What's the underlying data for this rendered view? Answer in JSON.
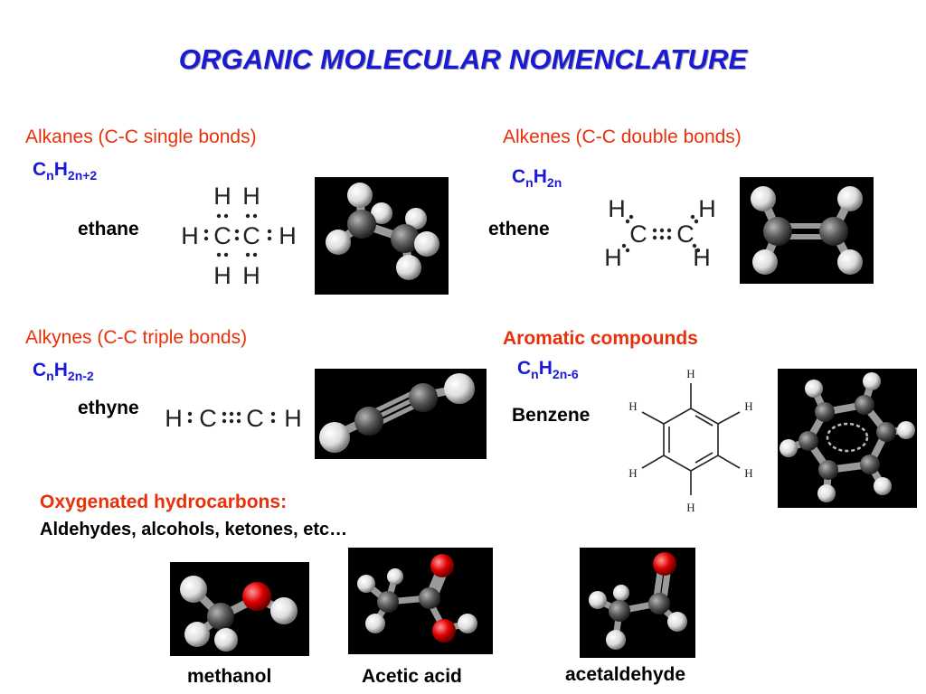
{
  "title": "ORGANIC MOLECULAR NOMENCLATURE",
  "alkanes": {
    "heading": "Alkanes (C-C single bonds)",
    "formula": {
      "C": "C",
      "n": "n",
      "H": "H",
      "sub": "2n+2"
    },
    "example": "ethane"
  },
  "alkenes": {
    "heading": "Alkenes (C-C double bonds)",
    "formula": {
      "C": "C",
      "n": "n",
      "H": "H",
      "sub": "2n"
    },
    "example": "ethene"
  },
  "alkynes": {
    "heading": "Alkynes (C-C triple bonds)",
    "formula": {
      "C": "C",
      "n": "n",
      "H": "H",
      "sub": "2n-2"
    },
    "example": "ethyne"
  },
  "aromatic": {
    "heading": "Aromatic compounds",
    "formula": {
      "C": "C",
      "n": "n",
      "H": "H",
      "sub": "2n-6"
    },
    "example": "Benzene"
  },
  "oxygenated": {
    "heading": "Oxygenated hydrocarbons:",
    "subheading": "Aldehydes, alcohols, ketones, etc…",
    "examples": [
      "methanol",
      "Acetic acid",
      "acetaldehyde"
    ]
  },
  "lewis": {
    "H": "H",
    "C": "C"
  },
  "colors": {
    "title": "#1a1ad6",
    "heading": "#e8300a",
    "formula": "#1a1ad6",
    "oxygen": "#e00000",
    "carbon": "#555555",
    "hydrogen": "#eeeeee"
  }
}
